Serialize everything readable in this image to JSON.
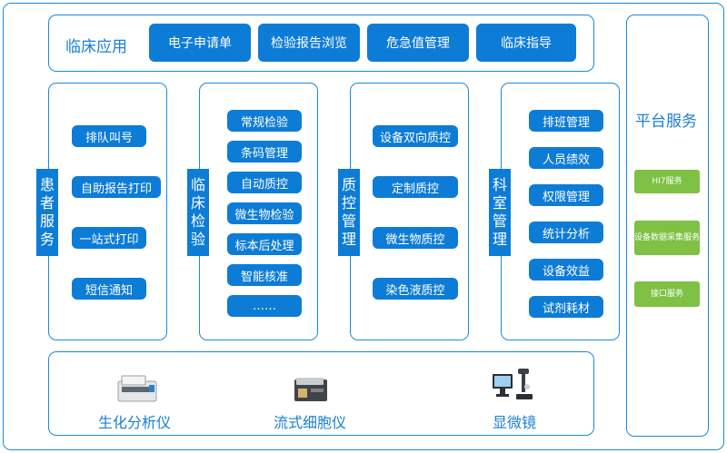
{
  "clinical": {
    "title": "临床应用",
    "buttons": [
      "电子申请单",
      "检验报告浏览",
      "危急值管理",
      "临床指导"
    ]
  },
  "patient": {
    "label": "患者服务",
    "items": [
      "排队叫号",
      "自助报告打印",
      "一站式打印",
      "短信通知"
    ]
  },
  "lab": {
    "label": "临床检验",
    "items": [
      "常规检验",
      "条码管理",
      "自动质控",
      "微生物检验",
      "标本后处理",
      "智能核准",
      "……"
    ]
  },
  "qc": {
    "label": "质控管理",
    "items": [
      "设备双向质控",
      "定制质控",
      "微生物质控",
      "染色液质控"
    ]
  },
  "dept": {
    "label": "科室管理",
    "items": [
      "排班管理",
      "人员绩效",
      "权限管理",
      "统计分析",
      "设备效益",
      "试剂耗材"
    ]
  },
  "platform": {
    "title": "平台服务",
    "items": [
      "HI7服务",
      "设备数据采集服务",
      "接口服务"
    ]
  },
  "devices": [
    "生化分析仪",
    "流式细胞仪",
    "显微镜"
  ],
  "colors": {
    "accent": "#0d7cd6",
    "border": "#1a8ad8",
    "green": "#7ec144"
  }
}
